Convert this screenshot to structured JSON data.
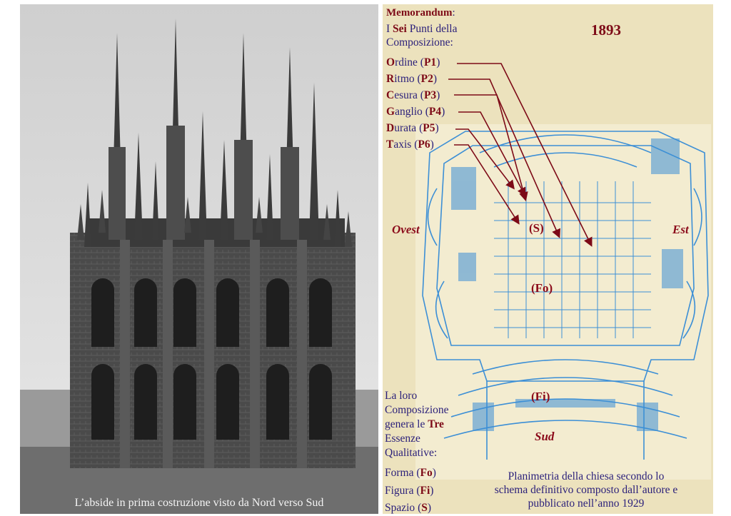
{
  "photo": {
    "caption": "L’abside in prima costruzione visto da Nord verso Sud"
  },
  "memo": {
    "title": "Memorandum",
    "title_suffix": ":",
    "line1_pre": "I ",
    "line1_bold": "Sei",
    "line1_post": " Punti della",
    "line2": "Composizione:",
    "year": "1893",
    "points": [
      {
        "initial": "O",
        "rest": "rdine",
        "code": "P1"
      },
      {
        "initial": "R",
        "rest": "itmo",
        "code": "P2"
      },
      {
        "initial": "C",
        "rest": "esura",
        "code": "P3"
      },
      {
        "initial": "G",
        "rest": "anglio",
        "code": "P4"
      },
      {
        "initial": "D",
        "rest": "urata",
        "code": "P5"
      },
      {
        "initial": "T",
        "rest": "axis",
        "code": "P6"
      }
    ]
  },
  "plan": {
    "west": "Ovest",
    "east": "Est",
    "south": "Sud",
    "space_label": "(S)",
    "form_label": "(Fo)",
    "figure_label": "(Fi)",
    "caption_lines": [
      "Planimetria della chiesa secondo lo",
      "schema definitivo composto dall’autore e",
      "pubblicato nell’anno 1929"
    ]
  },
  "essences": {
    "lines": [
      "La loro",
      "Composizione",
      "genera le "
    ],
    "bold_word": "Tre",
    "lines2": [
      "Essenze",
      "Qualitative:"
    ],
    "items": [
      {
        "name": "Forma ",
        "code": "Fo"
      },
      {
        "name": "Figura ",
        "code": "Fi"
      },
      {
        "name": "Spazio ",
        "code": "S"
      }
    ]
  },
  "colors": {
    "accent_red": "#7d0a17",
    "text_blue": "#2a1f7a",
    "plan_blue": "#3c8fd6",
    "paper": "#ece2bd"
  }
}
